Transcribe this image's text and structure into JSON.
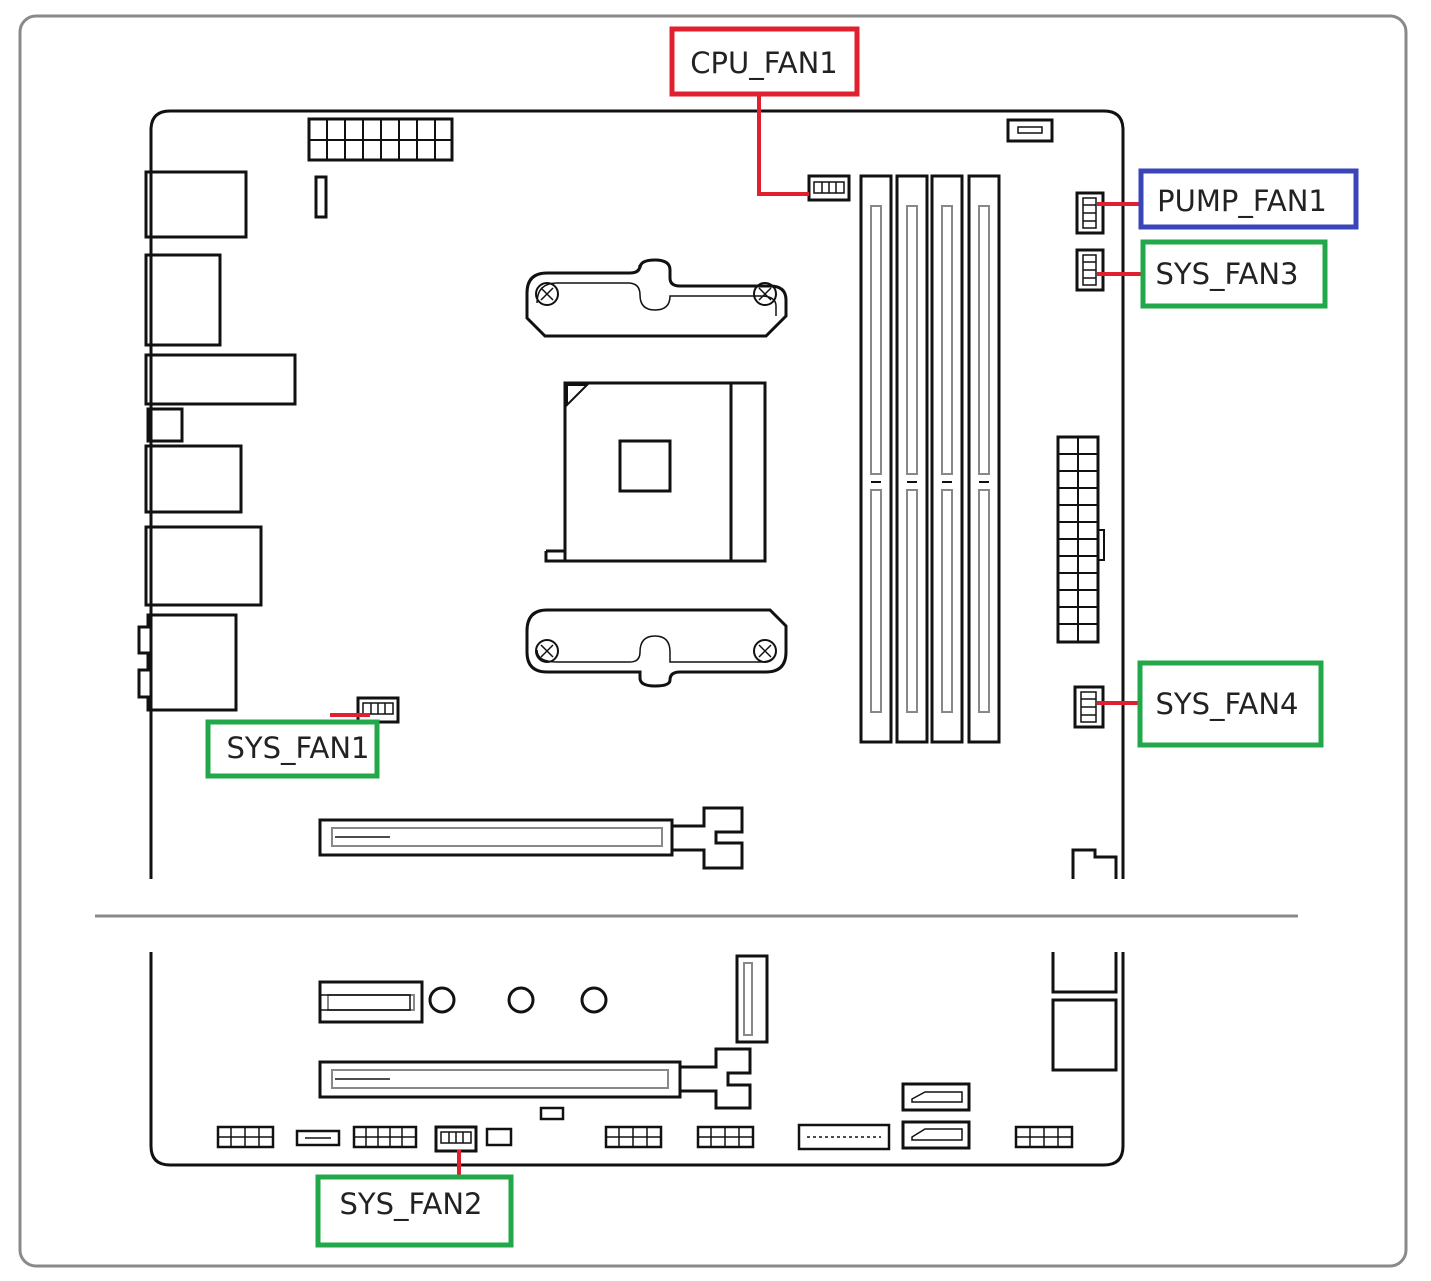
{
  "labels": {
    "cpu_fan1": "CPU_FAN1",
    "pump_fan1": "PUMP_FAN1",
    "sys_fan3": "SYS_FAN3",
    "sys_fan4": "SYS_FAN4",
    "sys_fan1": "SYS_FAN1",
    "sys_fan2": "SYS_FAN2"
  },
  "colors": {
    "cpu_box": "#e0202e",
    "pump_box": "#3a45b8",
    "sys_box": "#22a84a",
    "leader": "#e0202e",
    "outline": "#111111",
    "frame": "#8a8a8a"
  }
}
